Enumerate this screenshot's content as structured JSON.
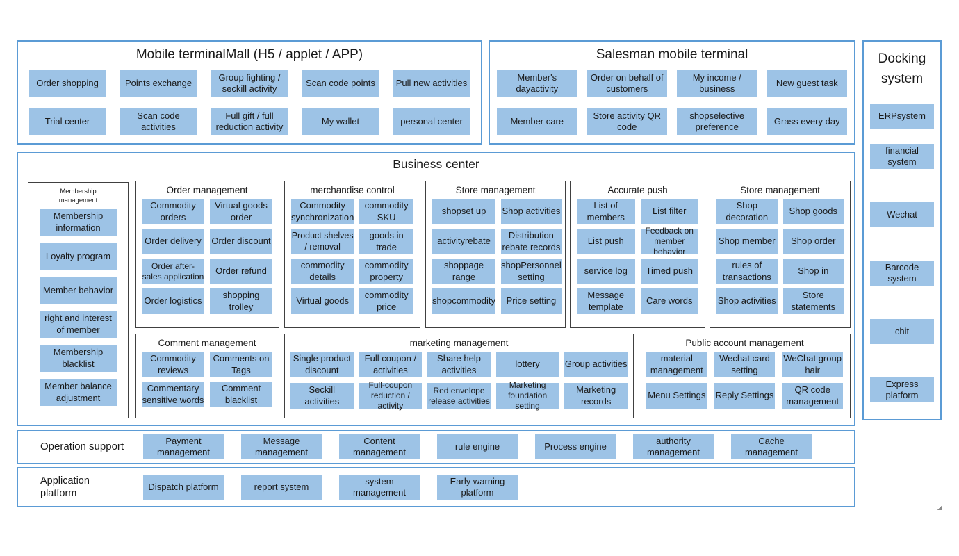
{
  "colors": {
    "box_fill": "#9DC3E6",
    "section_border": "#5B9BD5",
    "group_border": "#404040"
  },
  "sections": {
    "mobile": {
      "title": "Mobile terminalMall (H5 / applet / APP)",
      "items": [
        "Order shopping",
        "Points exchange",
        "Group fighting / seckill activity",
        "Scan code points",
        "Pull new activities",
        "Trial center",
        "Scan code activities",
        "Full gift / full reduction activity",
        "My wallet",
        "personal center"
      ]
    },
    "salesman": {
      "title": "Salesman mobile terminal",
      "items": [
        "Member's dayactivity",
        "Order on behalf of customers",
        "My income / business",
        "New guest task",
        "Member care",
        "Store activity QR code",
        "shopselective preference",
        "Grass every day"
      ]
    },
    "docking": {
      "title": "Docking system",
      "items": [
        "ERPsystem",
        "financial system",
        "Wechat",
        "Barcode system",
        "chit",
        "Express platform"
      ]
    },
    "business": {
      "title": "Business center",
      "groups": [
        {
          "title": "Membership management",
          "items": [
            "Membership information",
            "Loyalty program",
            "Member behavior",
            "right and interest of member",
            "Membership blacklist",
            "Member balance adjustment"
          ]
        },
        {
          "title": "Order management",
          "items": [
            "Commodity orders",
            "Virtual goods order",
            "Order delivery",
            "Order discount",
            "Order after-sales application",
            "Order refund",
            "Order logistics",
            "shopping trolley"
          ]
        },
        {
          "title": "merchandise control",
          "items": [
            "Commodity synchronization",
            "commodity SKU",
            "Product shelves / removal",
            "goods in trade",
            "commodity details",
            "commodity property",
            "Virtual goods",
            "commodity price"
          ]
        },
        {
          "title": "Store management",
          "items": [
            "shopset up",
            "Shop activities",
            "activityrebate",
            "Distribution rebate records",
            "shoppage range",
            "shopPersonnel setting",
            "shopcommodity",
            "Price setting"
          ]
        },
        {
          "title": "Accurate push",
          "items": [
            "List of members",
            "List filter",
            "List push",
            "Feedback on member behavior",
            "service log",
            "Timed push",
            "Message template",
            "Care words"
          ]
        },
        {
          "title": "Store management",
          "items": [
            "Shop decoration",
            "Shop goods",
            "Shop member",
            "Shop order",
            "rules of transactions",
            "Shop in",
            "Shop activities",
            "Store statements"
          ]
        },
        {
          "title": "Comment management",
          "items": [
            "Commodity reviews",
            "Comments on Tags",
            "Commentary sensitive words",
            "Comment blacklist"
          ]
        },
        {
          "title": "marketing management",
          "items": [
            "Single product discount",
            "Full coupon / activities",
            "Share help activities",
            "lottery",
            "Group activities",
            "Seckill activities",
            "Full-coupon reduction / activity",
            "Red envelope release activities",
            "Marketing foundation setting",
            "Marketing records"
          ]
        },
        {
          "title": "Public account management",
          "items": [
            "material management",
            "Wechat card setting",
            "WeChat group hair",
            "Menu Settings",
            "Reply Settings",
            "QR code management"
          ]
        }
      ]
    },
    "operation": {
      "title": "Operation support",
      "items": [
        "Payment management",
        "Message management",
        "Content management",
        "rule engine",
        "Process engine",
        "authority management",
        "Cache management"
      ]
    },
    "application": {
      "title": "Application platform",
      "items": [
        "Dispatch platform",
        "report system",
        "system management",
        "Early warning platform"
      ]
    }
  }
}
